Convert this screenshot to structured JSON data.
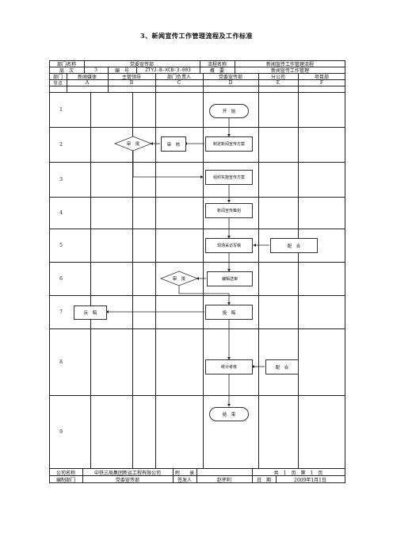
{
  "title": "3、新闻宣传工作管理流程及工作标准",
  "header": {
    "row1": {
      "dept_name_label": "部门名称",
      "dept_name_value": "党委宣传部",
      "process_name_label": "流程名称",
      "process_name_value": "新闻宣传工作管理流程"
    },
    "row2": {
      "level_label": "层　次",
      "level_value": "3",
      "code_label": "编　号",
      "code_value": "ZTYJ-B-XCB-3-003",
      "summary_label": "概　要",
      "summary_value": "新闻宣传工作管理"
    },
    "row3": {
      "dept_label": "部门",
      "columns": [
        "新闻媒体",
        "主管领导",
        "部门负责人",
        "党委宣传部",
        "分公司",
        "项目部"
      ]
    },
    "row4": {
      "node_label": "节点",
      "letters": [
        "A",
        "B",
        "C",
        "D",
        "E",
        "F"
      ]
    }
  },
  "rows": [
    "1",
    "2",
    "3",
    "4",
    "5",
    "6",
    "7",
    "8",
    "9"
  ],
  "nodes": {
    "start": "开　始",
    "review_diamond_1": "审　批",
    "audit": "审　核",
    "draft_plan": "制定新闻宣传方案",
    "organize_plan": "组织实施宣传方案",
    "news_planning": "新闻宣传策划",
    "interview": "现场采访写稿",
    "cooperate_1": "配　合",
    "review_diamond_2": "审　批",
    "edit_send": "编辑送审",
    "feedback": "反　稿",
    "submit": "投　稿",
    "statistics": "统计考核",
    "cooperate_2": "配　合",
    "end": "结　束"
  },
  "footer": {
    "row1": {
      "company_label": "公司名称",
      "company_value": "中铁三局集团新运工程有限公司",
      "attachment_label": "附　　录",
      "attachment_value": "",
      "pages": "共　1　页　第　1　页"
    },
    "row2": {
      "edit_dept_label": "编制部门",
      "edit_dept_value": "党委宣传部",
      "issuer_label": "签发人",
      "issuer_value": "赵怀利",
      "date_label": "日　期",
      "date_value": "2009年1月1日"
    }
  }
}
